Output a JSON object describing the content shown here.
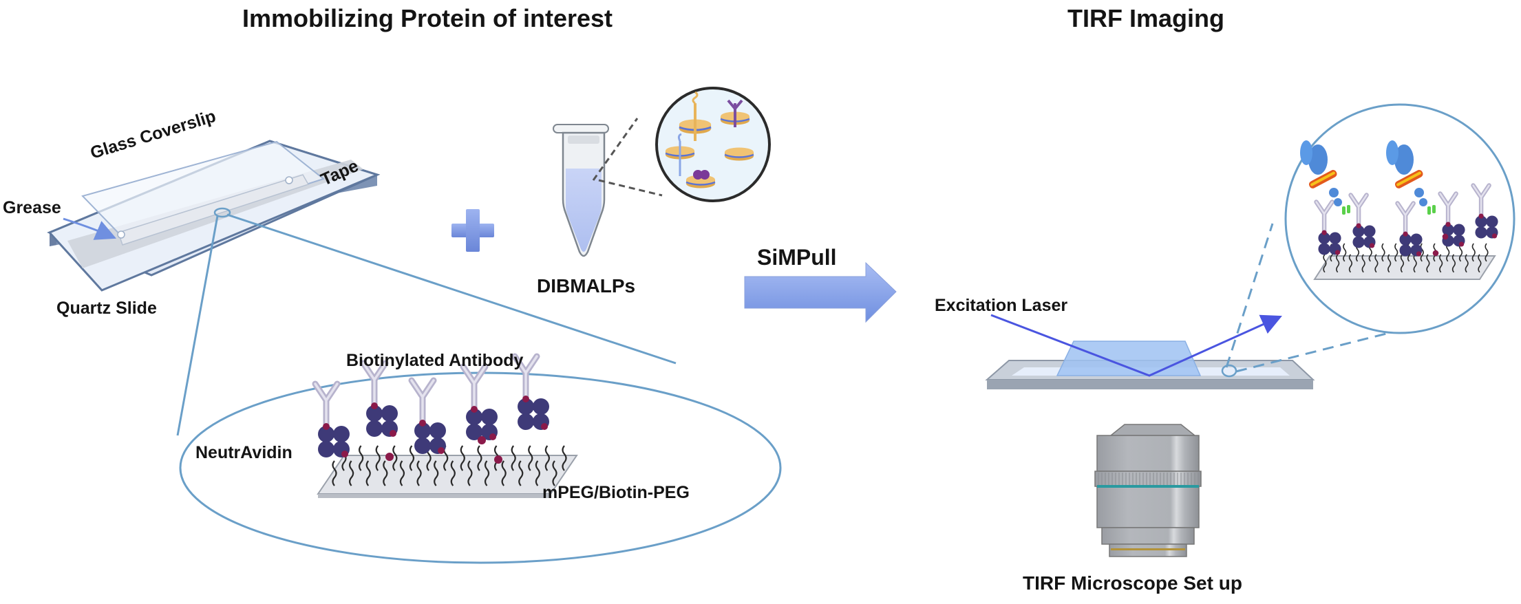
{
  "titles": {
    "left": "Immobilizing Protein of interest",
    "right": "TIRF Imaging"
  },
  "slide_labels": {
    "coverslip": "Glass Coverslip",
    "tape": "Tape",
    "grease": "Grease",
    "slide": "Quartz Slide"
  },
  "sample": {
    "label": "DIBMALPs"
  },
  "surface_inset": {
    "antibody": "Biotinylated Antibody",
    "neutravidin": "NeutrAvidin",
    "peg": "mPEG/Biotin-PEG"
  },
  "process": {
    "arrow_label": "SiMPull"
  },
  "tirf": {
    "laser_label": "Excitation Laser",
    "microscope_label": "TIRF Microscope Set up"
  },
  "colors": {
    "outline_blue": "#6a9fc8",
    "arrow_blue": "#7f9ce6",
    "laser_blue": "#4a55e0",
    "neutravidin_purple": "#3e3a78",
    "biotin_red": "#8b1a4a",
    "nanodisc_orange": "#e8b45a",
    "lens_teal": "#2a9aa0",
    "lens_gold": "#b3933a"
  }
}
